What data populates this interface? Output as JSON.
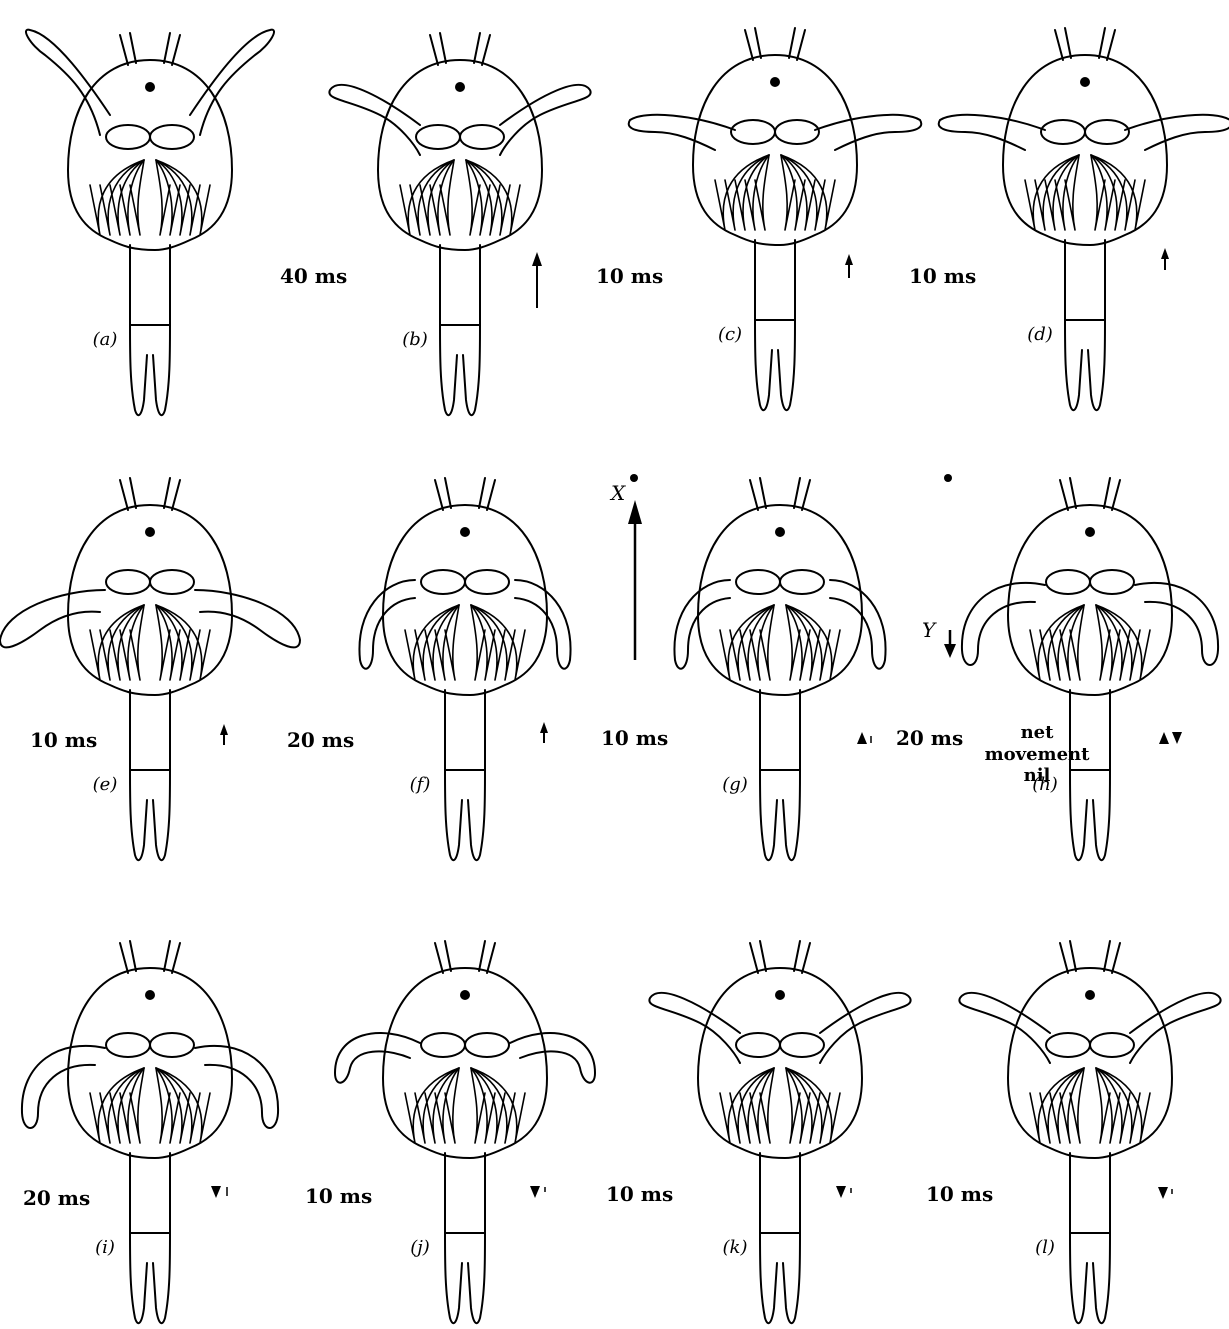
{
  "figure": {
    "panels": [
      {
        "label": "(a)",
        "arms": "up"
      },
      {
        "label": "(b)",
        "arms": "raised"
      },
      {
        "label": "(c)",
        "arms": "forked"
      },
      {
        "label": "(d)",
        "arms": "forked"
      },
      {
        "label": "(e)",
        "arms": "down"
      },
      {
        "label": "(f)",
        "arms": "tucked"
      },
      {
        "label": "(g)",
        "arms": "tucked"
      },
      {
        "label": "(h)",
        "arms": "hooked"
      },
      {
        "label": "(i)",
        "arms": "hooked"
      },
      {
        "label": "(j)",
        "arms": "half"
      },
      {
        "label": "(k)",
        "arms": "raised"
      },
      {
        "label": "(l)",
        "arms": "raised"
      }
    ],
    "intervals": [
      {
        "text": "40 ms",
        "row": 0
      },
      {
        "text": "10 ms",
        "row": 0
      },
      {
        "text": "10 ms",
        "row": 0
      },
      {
        "text": "10 ms",
        "row": 1
      },
      {
        "text": "20 ms",
        "row": 1
      },
      {
        "text": "10 ms",
        "row": 1
      },
      {
        "text": "20 ms",
        "row": 1
      },
      {
        "text": "20 ms",
        "row": 2
      },
      {
        "text": "10 ms",
        "row": 2
      },
      {
        "text": "10 ms",
        "row": 2
      },
      {
        "text": "10 ms",
        "row": 2
      }
    ],
    "axis_x_label": "X",
    "axis_y_label": "Y",
    "net_movement_lines": [
      "net",
      "movement",
      "nil"
    ],
    "line_color": "#000000",
    "background_color": "#ffffff"
  }
}
